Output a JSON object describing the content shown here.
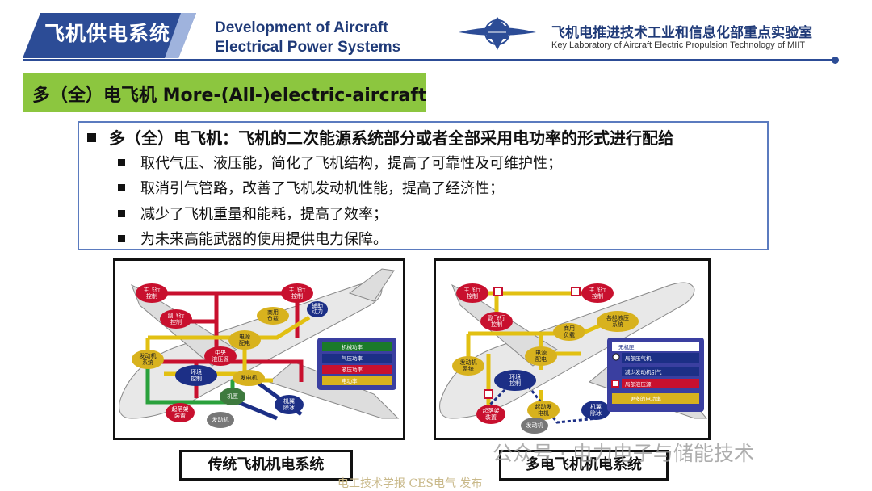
{
  "header": {
    "title_cn": "飞机供电系统",
    "title_en_line1": "Development of Aircraft",
    "title_en_line2": "Electrical Power Systems",
    "lab_cn": "飞机电推进技术工业和信息化部重点实验室",
    "lab_en": "Key Laboratory of Aircraft Electric Propulsion Technology of MIIT"
  },
  "section": {
    "title": "多（全）电飞机   More-(All-)electric-aircraft"
  },
  "bullets": {
    "main": "多（全）电飞机：飞机的二次能源系统部分或者全部采用电功率的形式进行配给",
    "items": [
      "取代气压、液压能，简化了飞机结构，提高了可靠性及可维护性；",
      "取消引气管路，改善了飞机发动机性能，提高了经济性；",
      "减少了飞机重量和能耗，提高了效率；",
      "为未来高能武器的使用提供电力保障。"
    ]
  },
  "diagram_left": {
    "caption": "传统飞机机电系统",
    "nodes": [
      "主飞行控制",
      "主飞行控制",
      "副飞行控制",
      "商用负载",
      "辅助动力",
      "电源配电",
      "发动机系统",
      "中央液压源",
      "环境控制",
      "发电机",
      "机翼除冰",
      "起落架装置",
      "发动机"
    ],
    "legend": [
      "机械功率",
      "气压功率",
      "液压功率",
      "电功率"
    ]
  },
  "diagram_right": {
    "caption": "多电飞机机电系统",
    "nodes": [
      "主飞行控制",
      "主飞行控制",
      "副飞行控制",
      "商用负载",
      "各舱液压系统",
      "电源配电",
      "发动机系统",
      "环境控制",
      "起动发电机",
      "机翼除冰",
      "起落架装置",
      "发动机"
    ],
    "legend": [
      "无机械",
      "局部压气机",
      "减少发动机引气",
      "局部液压源",
      "更多的电功率"
    ]
  },
  "watermark": "公众号 · 电力电子与储能技术",
  "source": "电工技术学报 CES电气 发布",
  "colors": {
    "navy": "#1f3a78",
    "green_bar": "#8cc63f",
    "box_border": "#5b7bbf",
    "red": "#c8102e",
    "yellow": "#e2c012",
    "gold": "#d8b21e",
    "darkblue": "#1c2f86",
    "legend_bg": "#3a3fa0"
  }
}
